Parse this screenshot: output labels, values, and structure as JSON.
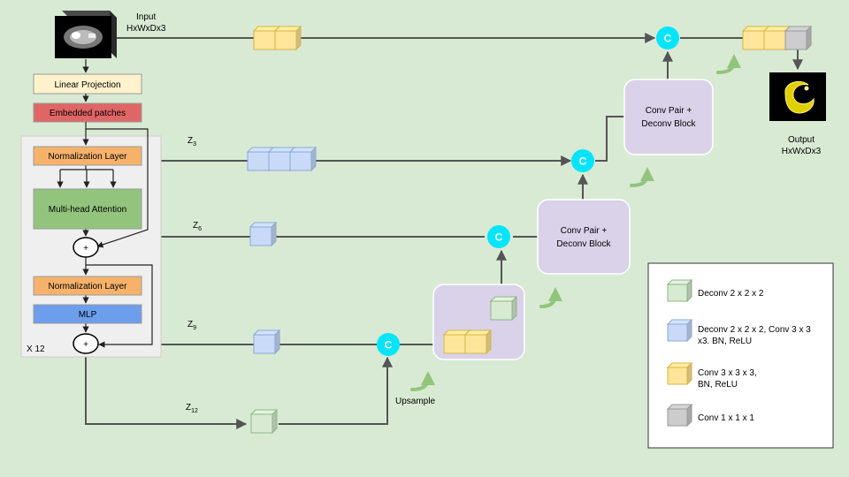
{
  "colors": {
    "background": "#d8ead3",
    "encoder_panel": "#efefef",
    "linear_projection": "#fff2cc",
    "embedded_patches": "#e06666",
    "norm_layer": "#f6b26b",
    "attention": "#93c47d",
    "mlp": "#6d9eeb",
    "decoder_block": "#d9d2e9",
    "concat_node": "#00e5ff",
    "upsample_arrow": "#93c47d",
    "cube_green": "#d9ead3",
    "cube_blue": "#c9daf8",
    "cube_yellow": "#ffe599",
    "cube_gray": "#cccccc",
    "line": "#555555"
  },
  "input": {
    "title": "Input",
    "dims": "HxWxDx3",
    "icon": "ct-volume-icon"
  },
  "output": {
    "title": "Output",
    "dims": "HxWxDx3",
    "icon": "segmentation-mask-icon"
  },
  "encoder": {
    "linear_projection": "Linear Projection",
    "embedded_patches": "Embedded patches",
    "norm_layer_1": "Normalization Layer",
    "attention": "Multi-head Attention",
    "norm_layer_2": "Normalization Layer",
    "mlp": "MLP",
    "add_symbol": "+",
    "repeat": "X 12"
  },
  "skip_labels": {
    "z3": {
      "base": "Z",
      "sub": "3"
    },
    "z6": {
      "base": "Z",
      "sub": "6"
    },
    "z9": {
      "base": "Z",
      "sub": "9"
    },
    "z12": {
      "base": "Z",
      "sub": "12"
    }
  },
  "concat_symbol": "C",
  "upsample_label": "Upsample",
  "decoder_blocks": {
    "line1": "Conv Pair +",
    "line2": "Deconv Block"
  },
  "legend": [
    {
      "swatch": "green",
      "line1": "Deconv 2 x 2 x 2",
      "line2": ""
    },
    {
      "swatch": "blue",
      "line1": "Deconv 2 x 2 x 2, Conv 3 x 3",
      "line2": "x3. BN, ReLU"
    },
    {
      "swatch": "yellow",
      "line1": "Conv 3 x 3 x 3,",
      "line2": "BN, ReLU"
    },
    {
      "swatch": "gray",
      "line1": "Conv 1 x 1 x 1",
      "line2": ""
    }
  ]
}
